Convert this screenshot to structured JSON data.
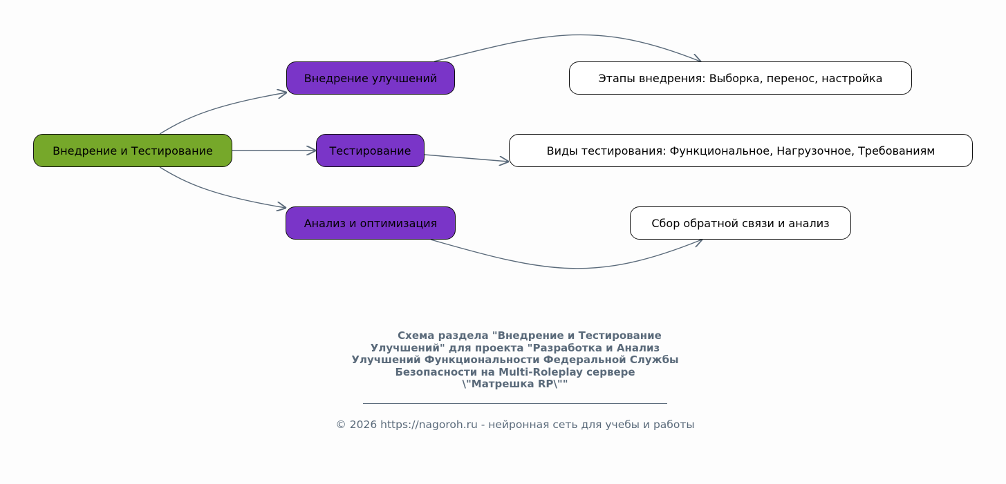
{
  "diagram": {
    "root": {
      "label": "Внедрение и Тестирование"
    },
    "branches": [
      {
        "label": "Внедрение улучшений",
        "detail": "Этапы внедрения: Выборка, перенос, настройка"
      },
      {
        "label": "Тестирование",
        "detail": "Виды тестирования: Функциональное, Нагрузочное, Требованиям"
      },
      {
        "label": "Анализ и оптимизация",
        "detail": "Сбор обратной связи и анализ"
      }
    ],
    "colors": {
      "root": "#76a82a",
      "branch": "#7a35c8",
      "leaf": "#ffffff",
      "edge": "#5a6a7a"
    }
  },
  "caption": {
    "lines": [
      "Схема раздела \"Внедрение и Тестирование",
      "Улучшений\" для проекта \"Разработка и Анализ",
      "Улучшений Функциональности Федеральной Службы",
      "Безопасности на Multi-Roleplay сервере",
      "\\\"Матрешка RP\\\"\""
    ],
    "footer": "© 2026 https://nagoroh.ru - нейронная сеть для учебы и работы"
  }
}
